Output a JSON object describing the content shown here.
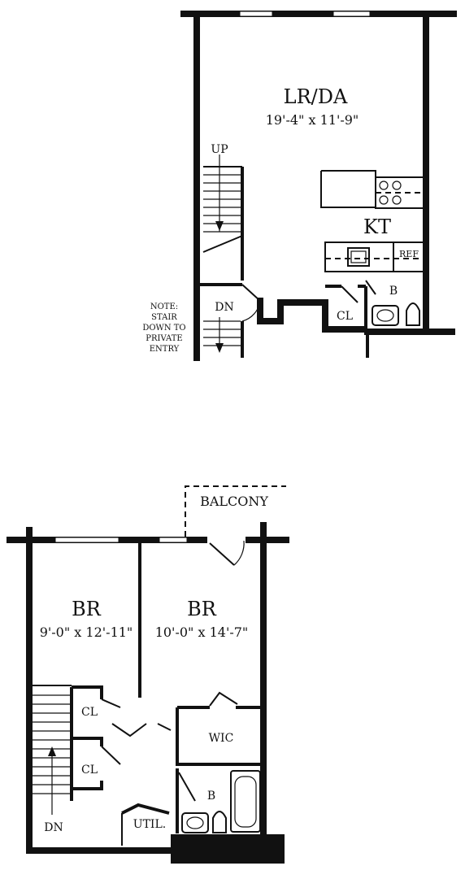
{
  "upper_floor": {
    "living_dining": {
      "label": "LR/DA",
      "dimensions": "19'-4\" x 11'-9\""
    },
    "kitchen": {
      "label": "KT",
      "refrigerator": "REF"
    },
    "closet": "CL",
    "bath": "B",
    "stair_up": "UP",
    "stair_down": "DN",
    "note": [
      "NOTE:",
      "STAIR",
      "DOWN TO",
      "PRIVATE",
      "ENTRY"
    ]
  },
  "lower_floor": {
    "balcony": "BALCONY",
    "bedroom_left": {
      "label": "BR",
      "dimensions": "9'-0\" x 12'-11\""
    },
    "bedroom_right": {
      "label": "BR",
      "dimensions": "10'-0\" x 14'-7\""
    },
    "closet_upper": "CL",
    "closet_lower": "CL",
    "walk_in_closet": "WIC",
    "bath": "B",
    "utility": "UTIL.",
    "stair_down": "DN"
  }
}
